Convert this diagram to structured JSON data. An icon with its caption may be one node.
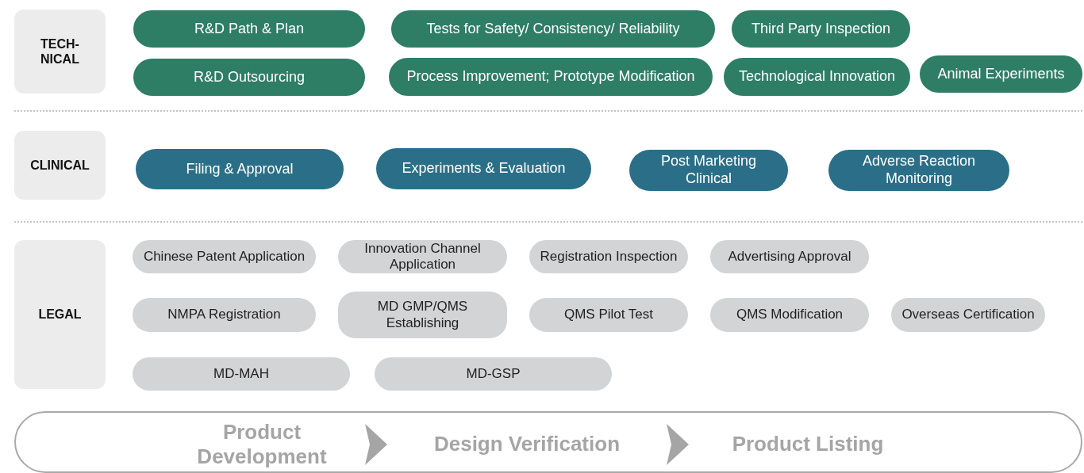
{
  "diagram": {
    "nodes": [
      {
        "text": [
          "TECH- NICAL"
        ]
      },
      {
        "text": [
          "R&D Path & Plan"
        ]
      },
      {
        "text": [
          "Tests for Safety/ Consistency/ Reliability"
        ]
      },
      {
        "text": [
          "Third Party Inspection"
        ]
      },
      {
        "text": [
          "R&D Outsourcing"
        ]
      },
      {
        "text": [
          "Process Improvement; Prototype Modification"
        ]
      },
      {
        "text": [
          "Technological Innovation"
        ]
      },
      {
        "text": [
          "Animal Experiments"
        ]
      },
      {
        "text": [
          "CLINICAL"
        ]
      },
      {
        "text": [
          "Filing & Approval"
        ]
      },
      {
        "text": [
          "Experiments & Evaluation"
        ]
      },
      {
        "text": [
          "Post Marketing Clinical"
        ]
      },
      {
        "text": [
          "Adverse Reaction Monitoring"
        ]
      },
      {
        "text": [
          "LEGAL"
        ]
      },
      {
        "text": [
          "Chinese Patent Application"
        ]
      },
      {
        "text": [
          "Innovation Channel Application"
        ]
      },
      {
        "text": [
          "Registration Inspection"
        ]
      },
      {
        "text": [
          "Advertising Approval"
        ]
      },
      {
        "text": [
          "NMPA Registration"
        ]
      },
      {
        "text": [
          "MD GMP/QMS Establishing"
        ]
      },
      {
        "text": [
          "QMS Pilot Test"
        ]
      },
      {
        "text": [
          "QMS Modification"
        ]
      },
      {
        "text": [
          "Overseas Certification"
        ]
      },
      {
        "text": [
          "MD-MAH"
        ]
      },
      {
        "text": [
          "MD-GSP"
        ]
      },
      {
        "text": [],
        "shape": "box"
      },
      {
        "text": [
          "Product Development"
        ],
        "in": 25
      },
      {
        "text": [
          "Design Verification"
        ],
        "in": 25
      },
      {
        "text": [
          "Product Listing"
        ],
        "in": 25
      }
    ],
    "edges": [
      {
        "from": 26,
        "to": 27,
        "arrow": "to"
      },
      {
        "from": 27,
        "to": 28,
        "arrow": "to"
      }
    ]
  }
}
